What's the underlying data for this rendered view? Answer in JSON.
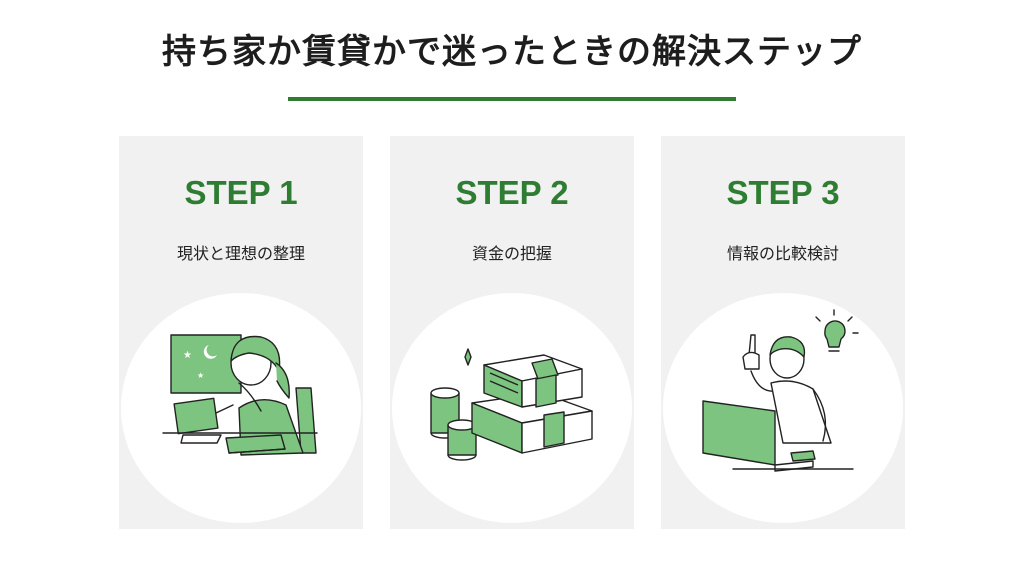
{
  "title": "持ち家か賃貸かで迷ったときの解決ステップ",
  "colors": {
    "accent": "#2e7d32",
    "illustration_green": "#7cc47f",
    "card_background": "#f1f1f1"
  },
  "steps": [
    {
      "label": "STEP 1",
      "subtitle": "現状と理想の整理",
      "illustration": "person-thinking-at-desk-night"
    },
    {
      "label": "STEP 2",
      "subtitle": "資金の把握",
      "illustration": "money-stacks-and-coins"
    },
    {
      "label": "STEP 3",
      "subtitle": "情報の比較検討",
      "illustration": "person-with-laptop-idea"
    }
  ]
}
